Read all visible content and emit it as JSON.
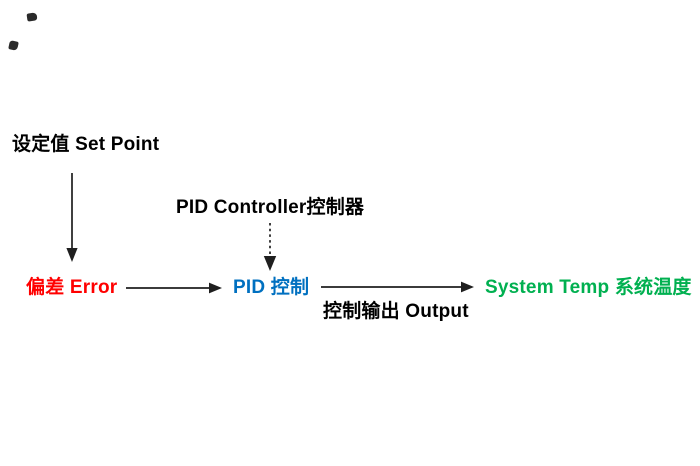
{
  "page": {
    "background": "#ffffff",
    "arrow_color": "#1f1f1f"
  },
  "diagram": {
    "type": "flow",
    "description": "PID control loop diagram",
    "nodes": {
      "set_point": {
        "label": "设定值 Set Point",
        "color": "#000000"
      },
      "pid_controller": {
        "label": "PID Controller控制器",
        "color": "#000000"
      },
      "error": {
        "label": "偏差 Error",
        "color": "#ff0000"
      },
      "pid_control": {
        "label": "PID 控制",
        "color": "#0070c0"
      },
      "system_temp": {
        "label": "System Temp 系统温度",
        "color": "#00b050"
      }
    },
    "edges": [
      {
        "from": "set_point",
        "to": "error",
        "style": "solid",
        "direction": "down",
        "label": ""
      },
      {
        "from": "pid_controller",
        "to": "pid_control",
        "style": "dashed",
        "direction": "down",
        "label": ""
      },
      {
        "from": "error",
        "to": "pid_control",
        "style": "solid",
        "direction": "right",
        "label": ""
      },
      {
        "from": "pid_control",
        "to": "system_temp",
        "style": "solid",
        "direction": "right",
        "label": "控制输出 Output",
        "label_color": "#000000"
      }
    ]
  }
}
